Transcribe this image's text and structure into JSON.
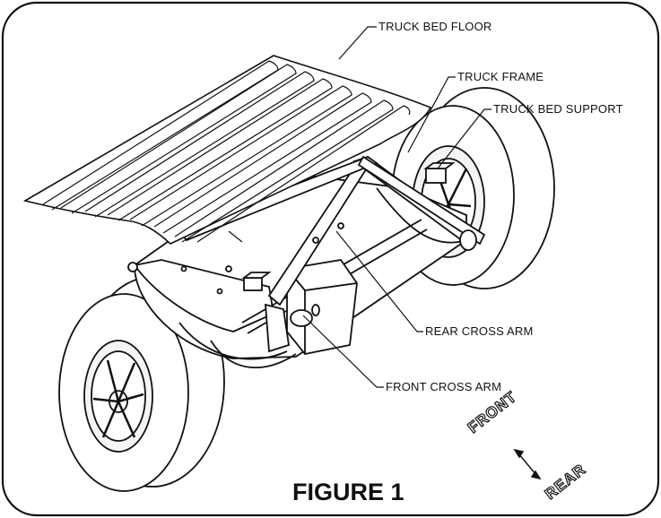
{
  "figure": {
    "title": "FIGURE 1",
    "labels": {
      "truck_bed_floor": "TRUCK BED FLOOR",
      "truck_frame": "TRUCK FRAME",
      "truck_bed_support": "TRUCK BED SUPPORT",
      "rear_cross_arm": "REAR CROSS ARM",
      "front_cross_arm": "FRONT CROSS ARM"
    },
    "direction": {
      "front": "FRONT",
      "rear": "REAR"
    }
  }
}
